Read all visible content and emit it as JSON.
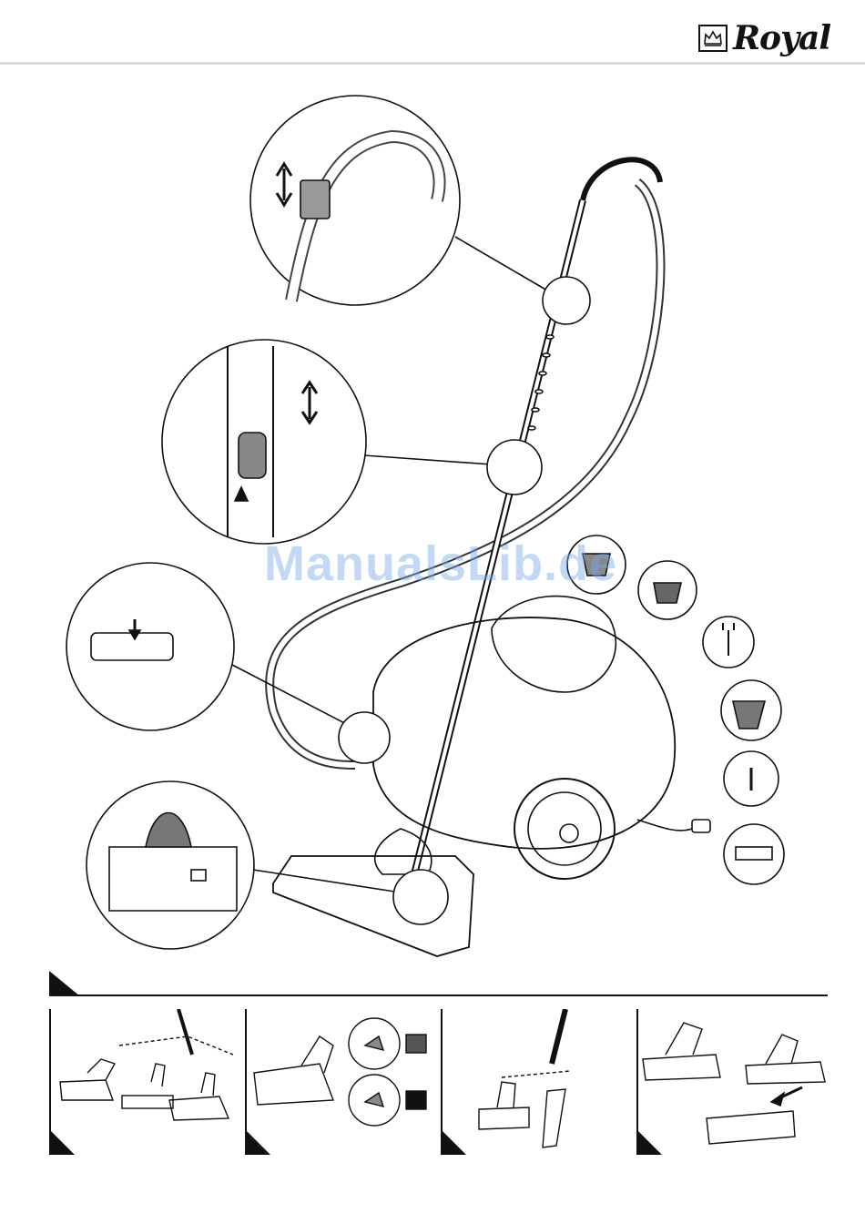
{
  "header": {
    "brand_name": "Royal",
    "brand_logo_icon": "crown-crest-icon"
  },
  "watermark": {
    "text": "ManualsLib.de"
  },
  "main_figure": {
    "subject": "vacuum-cleaner-overview",
    "callouts": [
      "telescopic-tube-release-icon",
      "tube-length-adjust-icon",
      "hose-connector-icon",
      "floor-nozzle-switch-icon",
      "handle-latch-icon",
      "cord-rewind-icon",
      "plug-icon",
      "power-switch-icon",
      "suction-control-icon"
    ]
  },
  "accessory_panels": [
    {
      "name": "nozzle-attachment-panel",
      "icon": "nozzles-icon"
    },
    {
      "name": "floor-mode-panel",
      "icon": "carpet-hardfloor-icon"
    },
    {
      "name": "brush-crevice-panel",
      "icon": "brush-crevice-icon"
    },
    {
      "name": "turbo-brush-panel",
      "icon": "turbo-brush-icon"
    }
  ],
  "colors": {
    "line": "#111111",
    "rule": "#d9d9d9",
    "watermark": "#78aaeb"
  }
}
